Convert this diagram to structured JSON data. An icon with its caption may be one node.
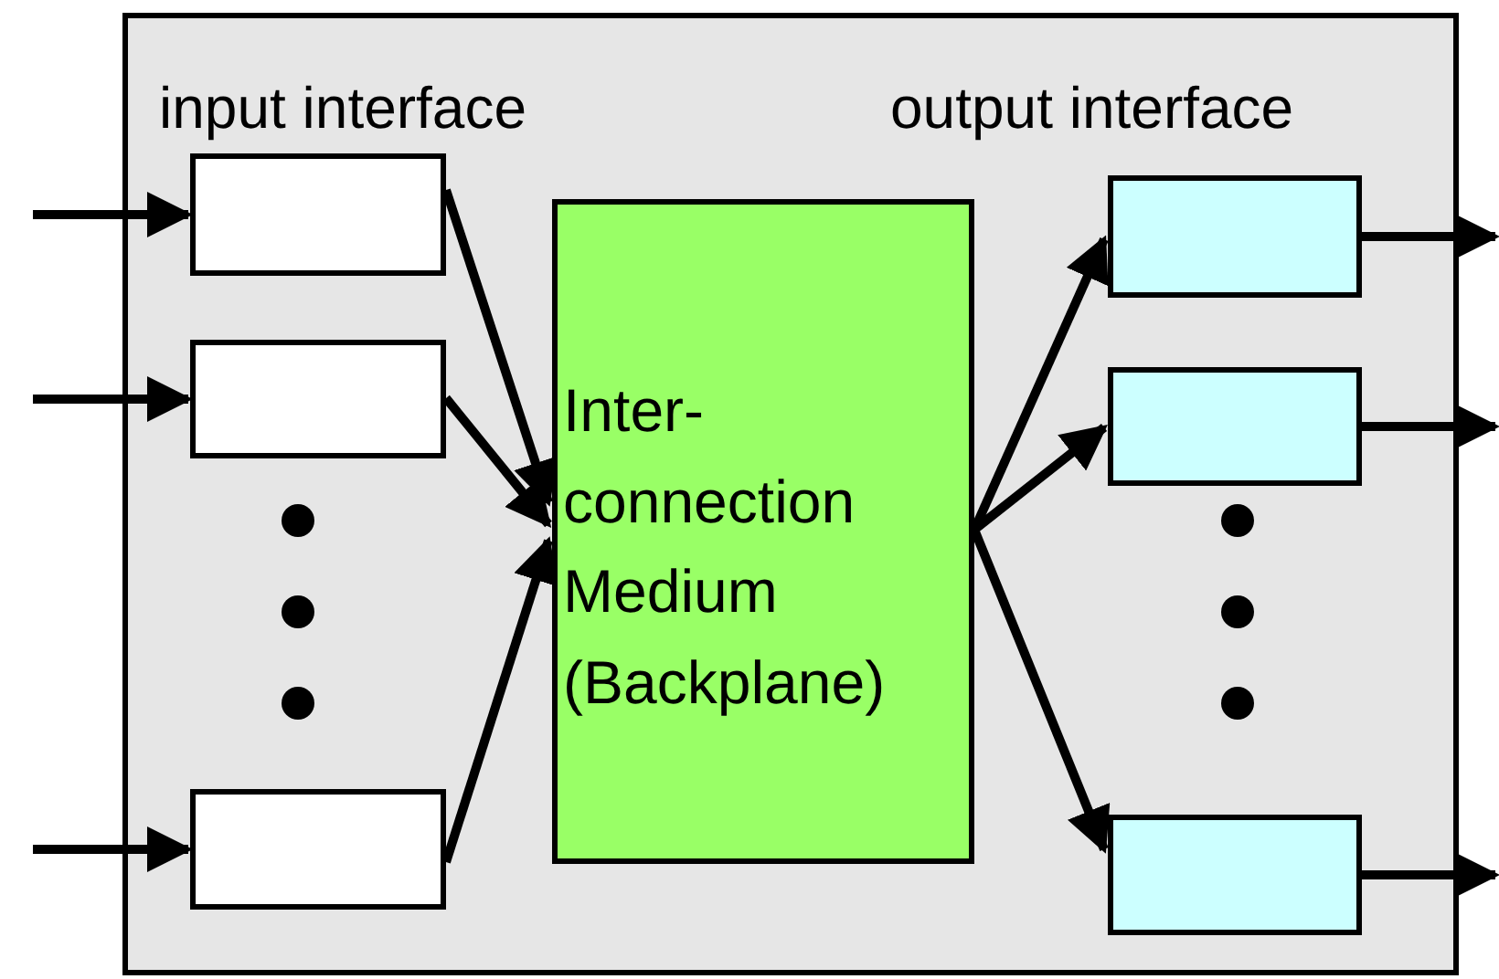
{
  "diagram": {
    "nodes": [
      {
        "text": [
          "input interface",
          "output interface"
        ]
      },
      {
        "text": [],
        "shape": "box",
        "in": 0
      },
      {
        "text": [],
        "shape": "box",
        "in": 0
      },
      {
        "text": [],
        "shape": "box",
        "in": 0
      },
      {
        "text": [
          "Inter- connection Medium (Backplane)"
        ],
        "in": 0
      },
      {
        "text": [],
        "shape": "box",
        "in": 0
      },
      {
        "text": [],
        "shape": "box",
        "in": 0
      },
      {
        "text": [],
        "shape": "box",
        "in": 0
      }
    ],
    "edges": [
      {
        "from": null,
        "to": 1,
        "arrow": "to"
      },
      {
        "from": null,
        "to": 2,
        "arrow": "to"
      },
      {
        "from": null,
        "to": 3,
        "arrow": "to"
      },
      {
        "from": 1,
        "to": 4,
        "arrow": "to"
      },
      {
        "from": 2,
        "to": 4,
        "arrow": "to"
      },
      {
        "from": 3,
        "to": 4,
        "arrow": "to"
      },
      {
        "from": 4,
        "to": 5,
        "arrow": "to"
      },
      {
        "from": 4,
        "to": 6,
        "arrow": "to"
      },
      {
        "from": 4,
        "to": 7,
        "arrow": "to"
      },
      {
        "from": 5,
        "to": null,
        "arrow": "to"
      },
      {
        "from": 6,
        "to": null,
        "arrow": "to"
      },
      {
        "from": 7,
        "to": null,
        "arrow": "to"
      }
    ]
  }
}
